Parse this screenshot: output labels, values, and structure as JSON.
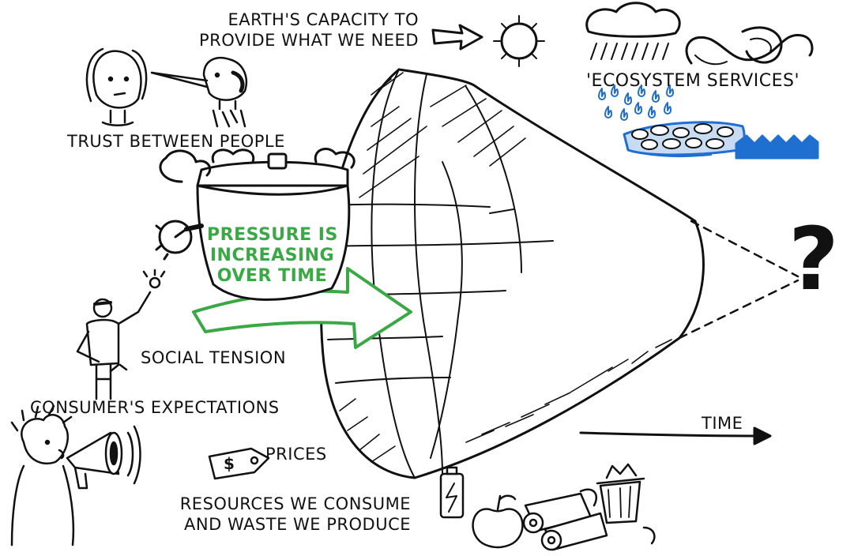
{
  "labels": {
    "earth_capacity_line1": "EARTH'S CAPACITY TO",
    "earth_capacity_line2": "PROVIDE WHAT WE NEED",
    "ecosystem_services": "'ECOSYSTEM SERVICES'",
    "trust": "TRUST BETWEEN PEOPLE",
    "pressure_line1": "PRESSURE IS",
    "pressure_line2": "INCREASING",
    "pressure_line3": "OVER TIME",
    "social_tension": "SOCIAL TENSION",
    "consumer_expectations": "CONSUMER'S EXPECTATIONS",
    "prices": "PRICES",
    "price_tag_symbol": "$",
    "resources_line1": "RESOURCES WE CONSUME",
    "resources_line2": "AND WASTE WE PRODUCE",
    "time": "TIME",
    "question_mark": "?"
  },
  "colors": {
    "ink": "#111111",
    "pressure_green": "#3aa845",
    "water_blue": "#1f6fd1"
  }
}
